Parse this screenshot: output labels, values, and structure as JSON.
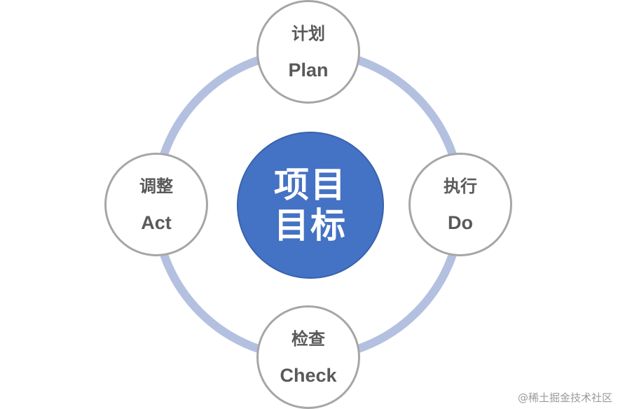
{
  "center": {
    "line1": "项目",
    "line2": "目标",
    "fill_color": "#4472c4"
  },
  "ring": {
    "color": "#b4c0e0"
  },
  "nodes": {
    "plan": {
      "zh": "计划",
      "en": "Plan"
    },
    "do": {
      "zh": "执行",
      "en": "Do"
    },
    "check": {
      "zh": "检查",
      "en": "Check"
    },
    "act": {
      "zh": "调整",
      "en": "Act"
    }
  },
  "node_border_color": "#a6a6a6",
  "watermark": "@稀土掘金技术社区"
}
